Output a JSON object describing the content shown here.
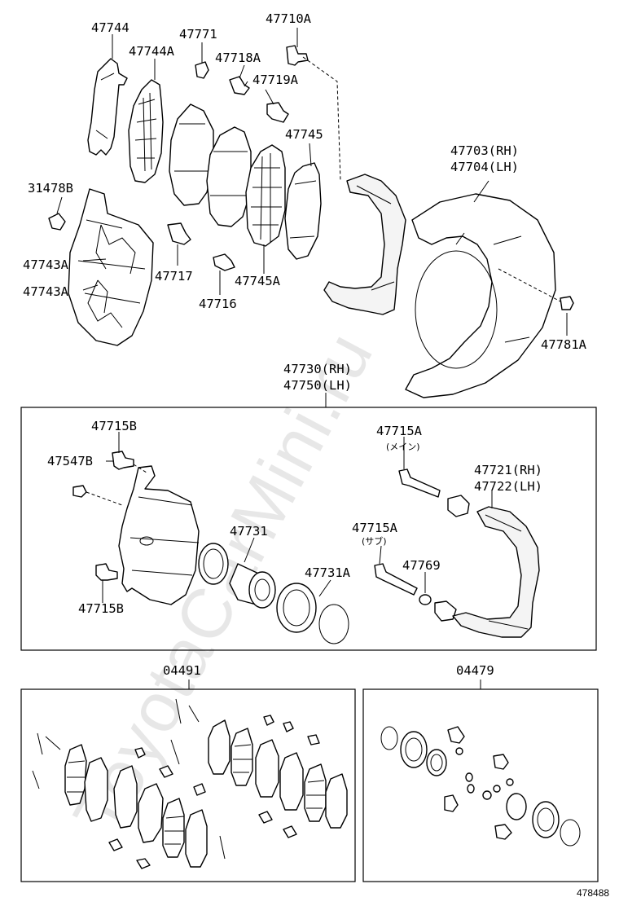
{
  "watermark": "ToyotaCarMini.ru",
  "reference_number": "478488",
  "labels": {
    "p47744": "47744",
    "p47744A": "47744A",
    "p47771": "47771",
    "p47710A": "47710A",
    "p47718A": "47718A",
    "p47719A": "47719A",
    "p47745": "47745",
    "p47703": "47703(RH)",
    "p47704": "47704(LH)",
    "p31478B": "31478B",
    "p47743A_1": "47743A",
    "p47743A_2": "47743A",
    "p47717": "47717",
    "p47745A": "47745A",
    "p47716": "47716",
    "p47781A": "47781A",
    "p47730": "47730(RH)",
    "p47750": "47750(LH)",
    "p47715B_top": "47715B",
    "p47547B": "47547B",
    "p47715A_main": "47715A",
    "note_main": "(メイン)",
    "p47721": "47721(RH)",
    "p47722": "47722(LH)",
    "p47731": "47731",
    "p47715A_sub": "47715A",
    "note_sub": "(サブ)",
    "p47769": "47769",
    "p47731A": "47731A",
    "p47715B_bottom": "47715B",
    "p04491": "04491",
    "p04479": "04479"
  }
}
